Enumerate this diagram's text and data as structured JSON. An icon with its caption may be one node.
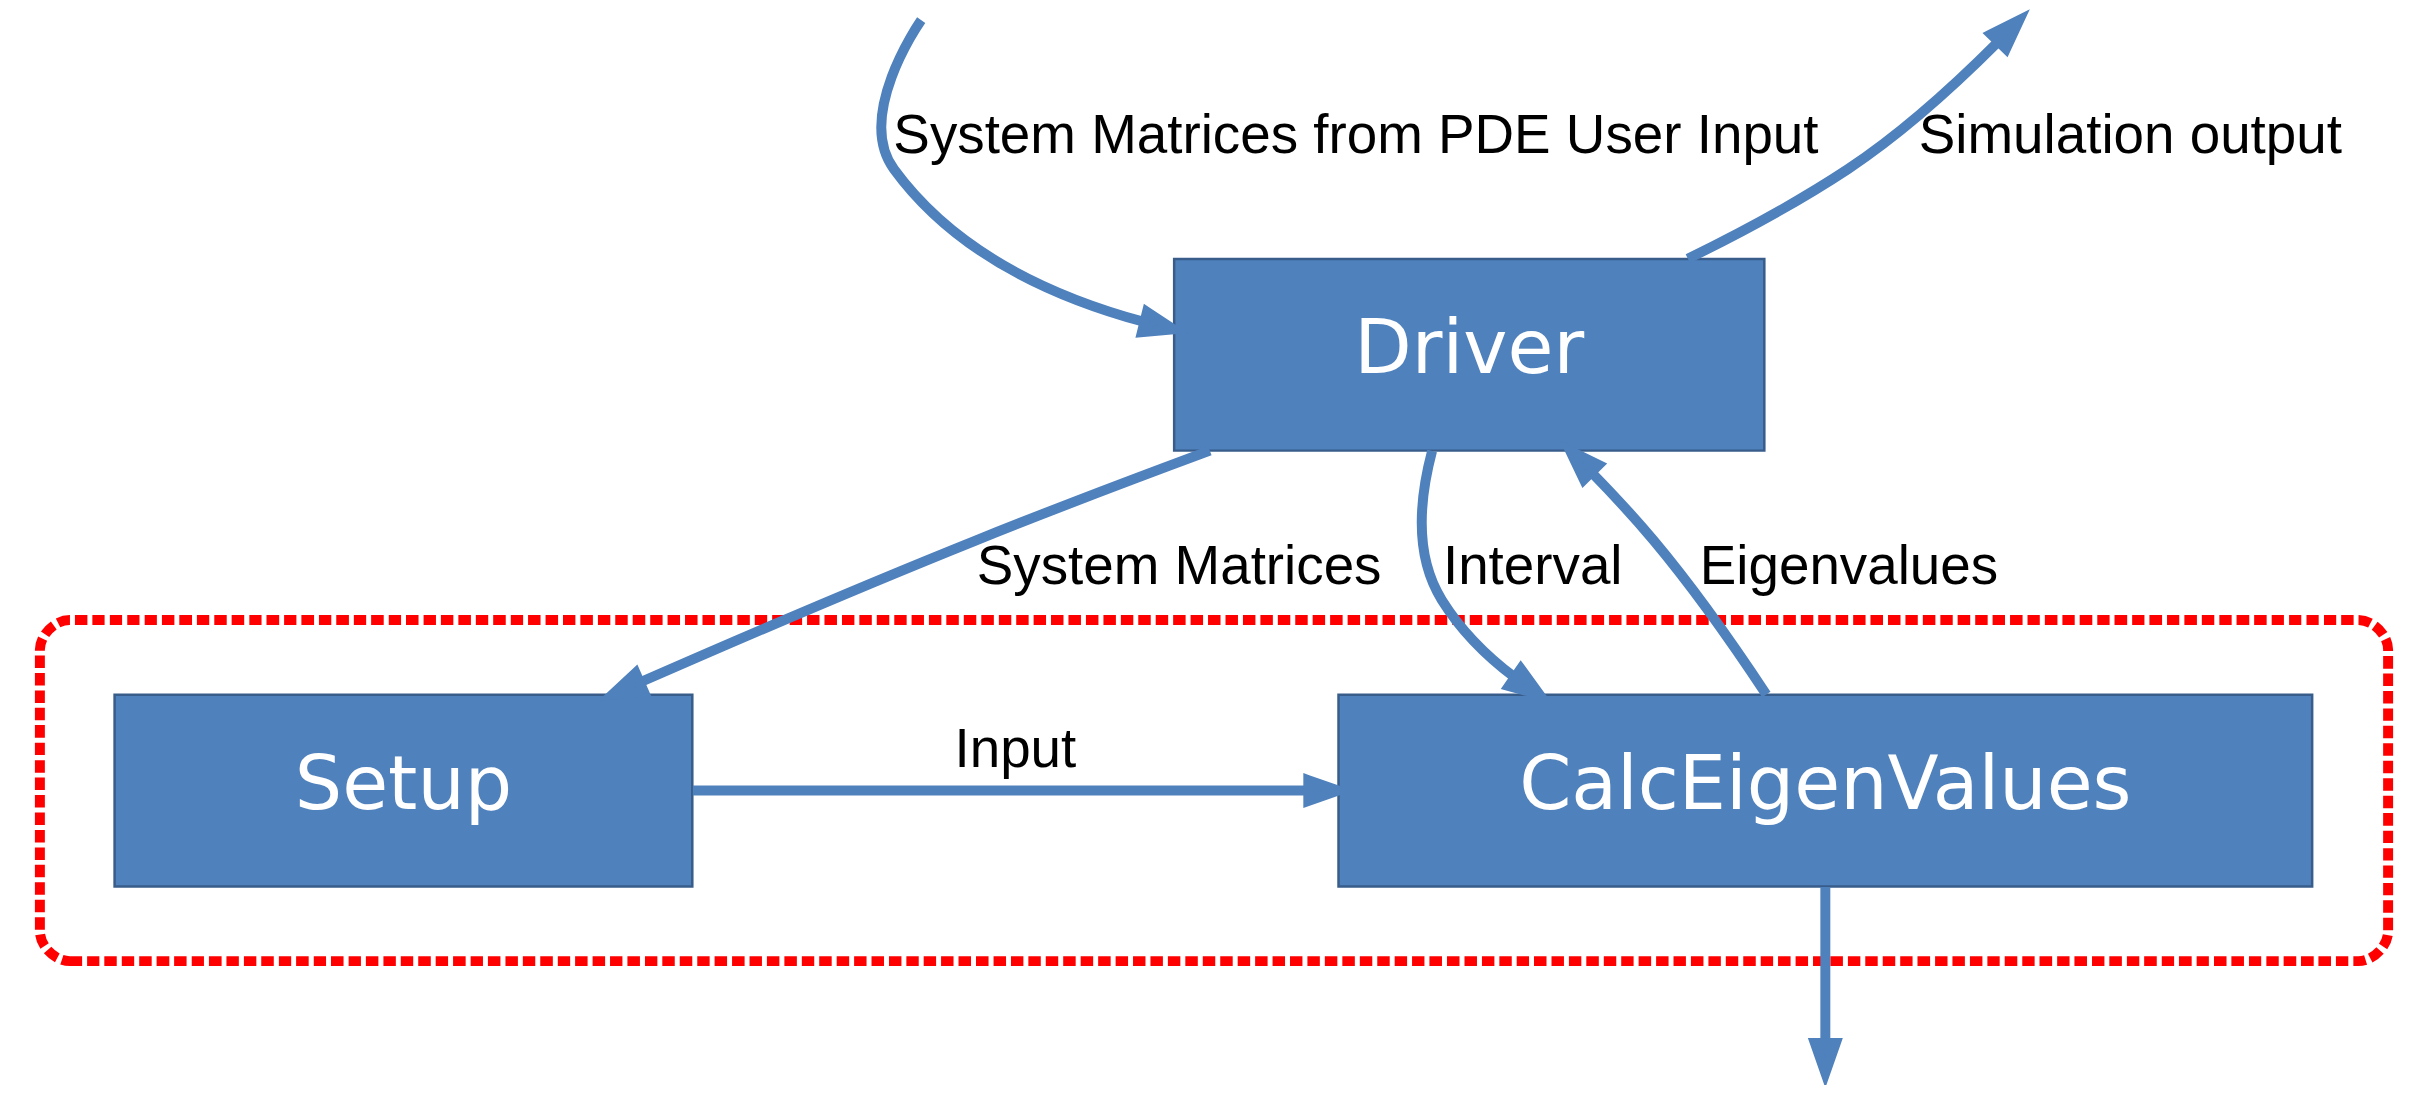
{
  "diagram": {
    "nodes": [
      {
        "text": [
          "Driver"
        ]
      },
      {
        "text": [],
        "shape": "box"
      },
      {
        "text": [
          "Setup"
        ],
        "in": 1
      },
      {
        "text": [
          "CalcEigenValues"
        ],
        "in": 1
      }
    ],
    "edges": [
      {
        "from": null,
        "to": 0,
        "arrow": "to",
        "label": "System Matrices from PDE User Input"
      },
      {
        "from": 0,
        "to": null,
        "arrow": "to",
        "label": "Simulation output"
      },
      {
        "from": 0,
        "to": 2,
        "arrow": "to",
        "label": "System Matrices"
      },
      {
        "from": 0,
        "to": 3,
        "arrow": "to",
        "label": "Interval"
      },
      {
        "from": 3,
        "to": 0,
        "arrow": "to",
        "label": "Eigenvalues"
      },
      {
        "from": 2,
        "to": 3,
        "arrow": "to",
        "label": "Input"
      },
      {
        "from": 3,
        "to": null,
        "arrow": "to"
      }
    ]
  }
}
